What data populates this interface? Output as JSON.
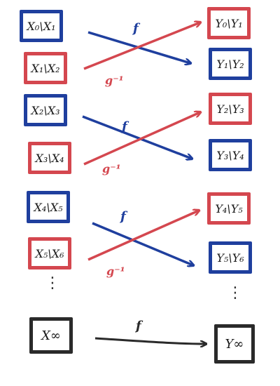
{
  "left_boxes": [
    {
      "label": "X₀\\X₁",
      "color": "blue"
    },
    {
      "label": "X₁\\X₂",
      "color": "red"
    },
    {
      "label": "X₂\\X₃",
      "color": "blue"
    },
    {
      "label": "X₃\\X₄",
      "color": "red"
    },
    {
      "label": "X₄\\X₅",
      "color": "blue"
    },
    {
      "label": "X₅\\X₆",
      "color": "red"
    }
  ],
  "right_boxes": [
    {
      "label": "Y₀\\Y₁",
      "color": "red"
    },
    {
      "label": "Y₁\\Y₂",
      "color": "blue"
    },
    {
      "label": "Y₂\\Y₃",
      "color": "red"
    },
    {
      "label": "Y₃\\Y₄",
      "color": "blue"
    },
    {
      "label": "Y₄\\Y₅",
      "color": "red"
    },
    {
      "label": "Y₅\\Y₆",
      "color": "blue"
    }
  ],
  "bottom": {
    "left_label": "X∞",
    "right_label": "Y∞",
    "map_label": "f"
  },
  "map_labels": {
    "forward": "f",
    "inverse": "g⁻¹"
  },
  "ellipsis": "⋮",
  "colors": {
    "blue": "#1f3f9e",
    "red": "#d4474f",
    "black": "#2a2a2a"
  }
}
